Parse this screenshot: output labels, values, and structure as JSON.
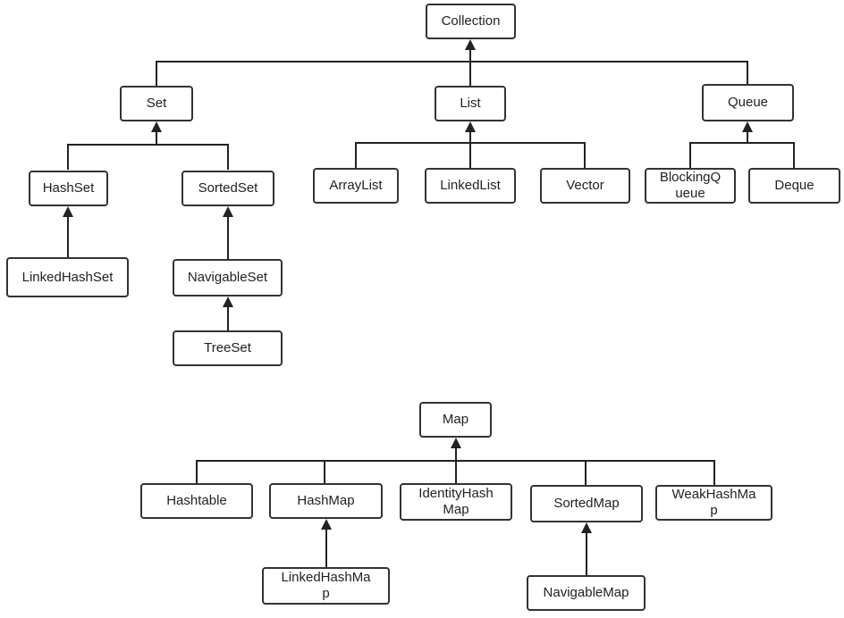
{
  "collection_tree": {
    "root": "Collection",
    "set": "Set",
    "list": "List",
    "queue": "Queue",
    "hashset": "HashSet",
    "sortedset": "SortedSet",
    "linkedhashset": "LinkedHashSet",
    "navigableset": "NavigableSet",
    "treeset": "TreeSet",
    "arraylist": "ArrayList",
    "linkedlist": "LinkedList",
    "vector": "Vector",
    "blockingqueue": "BlockingQ\nueue",
    "deque": "Deque"
  },
  "map_tree": {
    "root": "Map",
    "hashtable": "Hashtable",
    "hashmap": "HashMap",
    "identityhashmap": "IdentityHash\nMap",
    "sortedmap": "SortedMap",
    "weakhashmap": "WeakHashMa\np",
    "linkedhashmap": "LinkedHashMa\np",
    "navigablemap": "NavigableMap"
  },
  "colors": {
    "line": "#222222",
    "border": "#333333",
    "background": "#ffffff"
  }
}
